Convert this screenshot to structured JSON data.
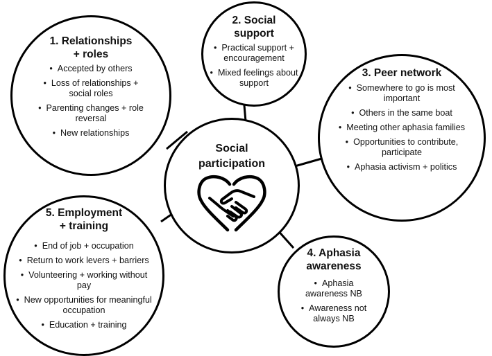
{
  "center": {
    "title_line1": "Social",
    "title_line2": "participation",
    "icon": "heart-handshake-icon"
  },
  "nodes": [
    {
      "title_line1": "1. Relationships",
      "title_line2": "+ roles",
      "items": [
        "Accepted by others",
        "Loss of relationships + social roles",
        "Parenting changes + role reversal",
        "New relationships"
      ]
    },
    {
      "title_line1": "2. Social",
      "title_line2": "support",
      "items": [
        "Practical support + encouragement",
        "Mixed feelings about support"
      ]
    },
    {
      "title_line1": "3. Peer network",
      "title_line2": "",
      "items": [
        "Somewhere to go is most important",
        "Others in the same boat",
        "Meeting other aphasia families",
        "Opportunities to contribute, participate",
        "Aphasia activism + politics"
      ]
    },
    {
      "title_line1": "4. Aphasia",
      "title_line2": "awareness",
      "items": [
        "Aphasia awareness NB",
        "Awareness not always NB"
      ]
    },
    {
      "title_line1": "5. Employment",
      "title_line2": "+ training",
      "items": [
        "End of job + occupation",
        "Return to work levers + barriers",
        "Volunteering + working without pay",
        "New opportunities for meaningful occupation",
        "Education + training"
      ]
    }
  ]
}
